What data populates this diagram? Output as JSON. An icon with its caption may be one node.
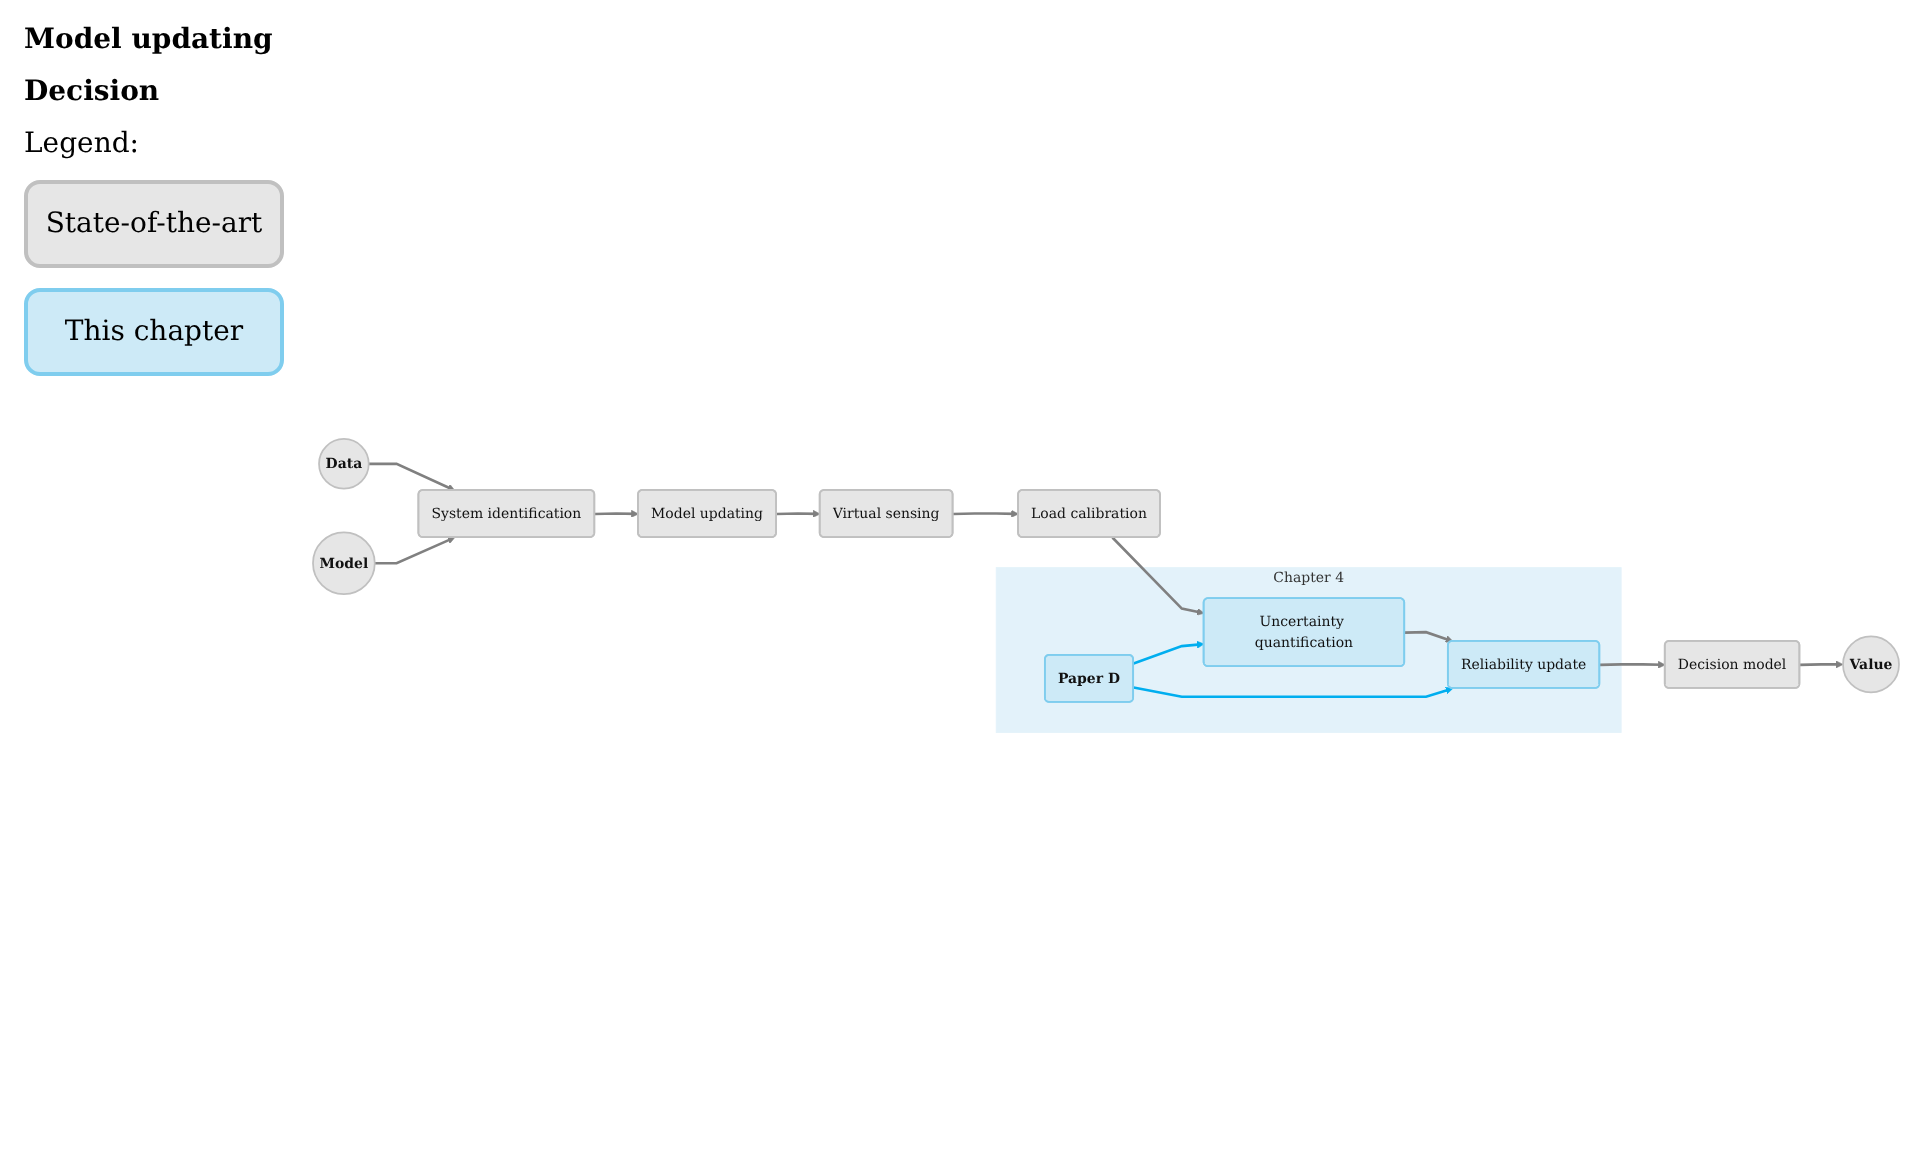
{
  "diagram": {
    "nodes": [
      {
        "text": [
          "Data"
        ]
      },
      {
        "text": [
          "Model"
        ]
      },
      {
        "text": [
          "System identification"
        ]
      },
      {
        "text": [
          "Model updating"
        ]
      },
      {
        "text": [
          "Virtual sensing"
        ]
      },
      {
        "text": [
          "Load calibration"
        ]
      },
      {
        "text": [
          "Chapter 4"
        ]
      },
      {
        "text": [
          "Uncertainty quantification"
        ],
        "in": 6
      },
      {
        "text": [
          "Reliability update"
        ],
        "in": 6
      },
      {
        "text": [
          "Paper D"
        ],
        "in": 6
      },
      {
        "text": [
          "Decision model"
        ]
      },
      {
        "text": [
          "Value"
        ]
      }
    ],
    "edges": [
      {
        "from": 0,
        "to": 2,
        "arrow": "to"
      },
      {
        "from": 1,
        "to": 2,
        "arrow": "to"
      },
      {
        "from": 2,
        "to": 3,
        "arrow": "to"
      },
      {
        "from": 3,
        "to": 4,
        "arrow": "to"
      },
      {
        "from": 4,
        "to": 5,
        "arrow": "to"
      },
      {
        "from": 5,
        "to": 7,
        "arrow": "to"
      },
      {
        "from": 7,
        "to": 8,
        "arrow": "to"
      },
      {
        "from": 8,
        "to": 10,
        "arrow": "to"
      },
      {
        "from": 9,
        "to": 8,
        "arrow": "to",
        "color": "#00aeef"
      },
      {
        "from": 9,
        "to": 7,
        "arrow": "to",
        "color": "#00aeef"
      },
      {
        "from": 10,
        "to": 11,
        "arrow": "to"
      }
    ],
    "labels": [
      "Model updating",
      "Decision",
      "Legend:"
    ],
    "legend": [
      {
        "text": "State-of-the-art",
        "color": "#e6e6e6"
      },
      {
        "text": "This chapter",
        "color": "#cdeaf7"
      }
    ]
  }
}
